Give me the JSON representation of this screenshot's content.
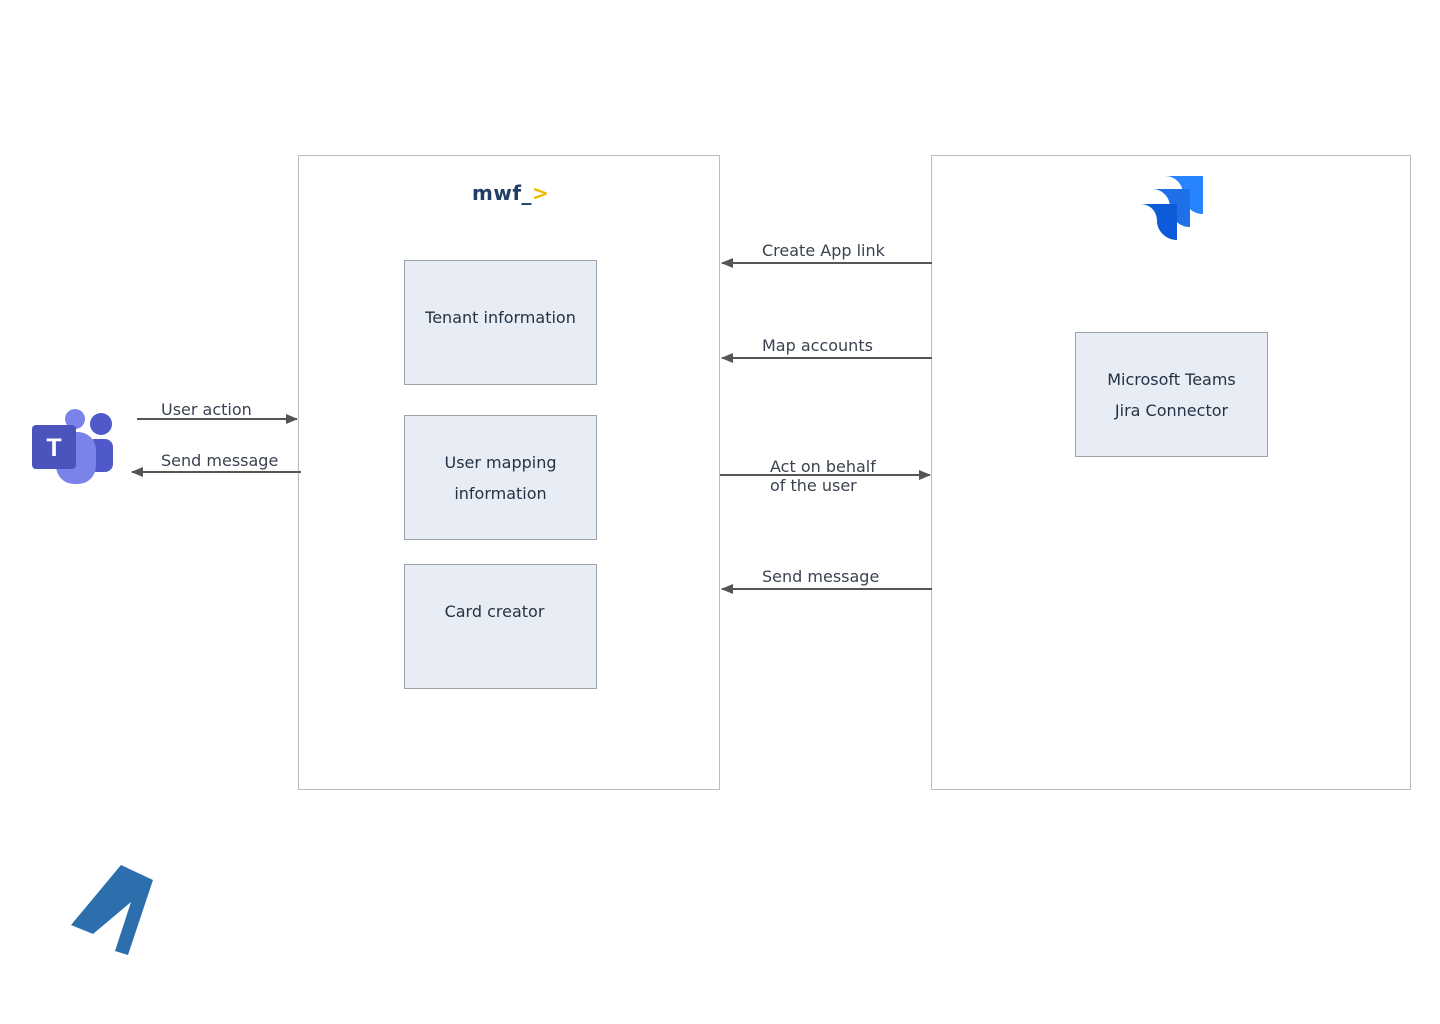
{
  "mwf_panel": {
    "logo_text": "mwf_",
    "logo_symbol": ">",
    "components": {
      "tenant": {
        "label": "Tenant information"
      },
      "user_mapping": {
        "line1": "User mapping",
        "line2": "information"
      },
      "card_creator": {
        "label": "Card creator"
      }
    }
  },
  "jira_panel": {
    "logo_icon": "jira-logo-icon",
    "connector": {
      "line1": "Microsoft Teams",
      "line2": "Jira Connector"
    }
  },
  "teams_side": {
    "logo_icon": "microsoft-teams-logo-icon",
    "logo_letter": "T",
    "arrows": {
      "user_action": "User action",
      "send_message": "Send message"
    }
  },
  "middle_arrows": {
    "create_app_link": "Create App link",
    "map_accounts": "Map accounts",
    "act_on_behalf_line1": "Act on behalf",
    "act_on_behalf_line2": "of the user",
    "send_message": "Send message"
  },
  "footer": {
    "brand_icon": "brand-arrow-logo-icon"
  },
  "colors": {
    "panel_border": "#bdbdbd",
    "box_fill": "#e8edf5",
    "box_border": "#9da4ad",
    "arrow": "#555555",
    "mwf_text": "#1f3f66",
    "mwf_accent": "#f2b600",
    "jira_blue": "#2684ff",
    "teams_purple": "#5059c9",
    "brand_blue": "#2d6fad"
  }
}
